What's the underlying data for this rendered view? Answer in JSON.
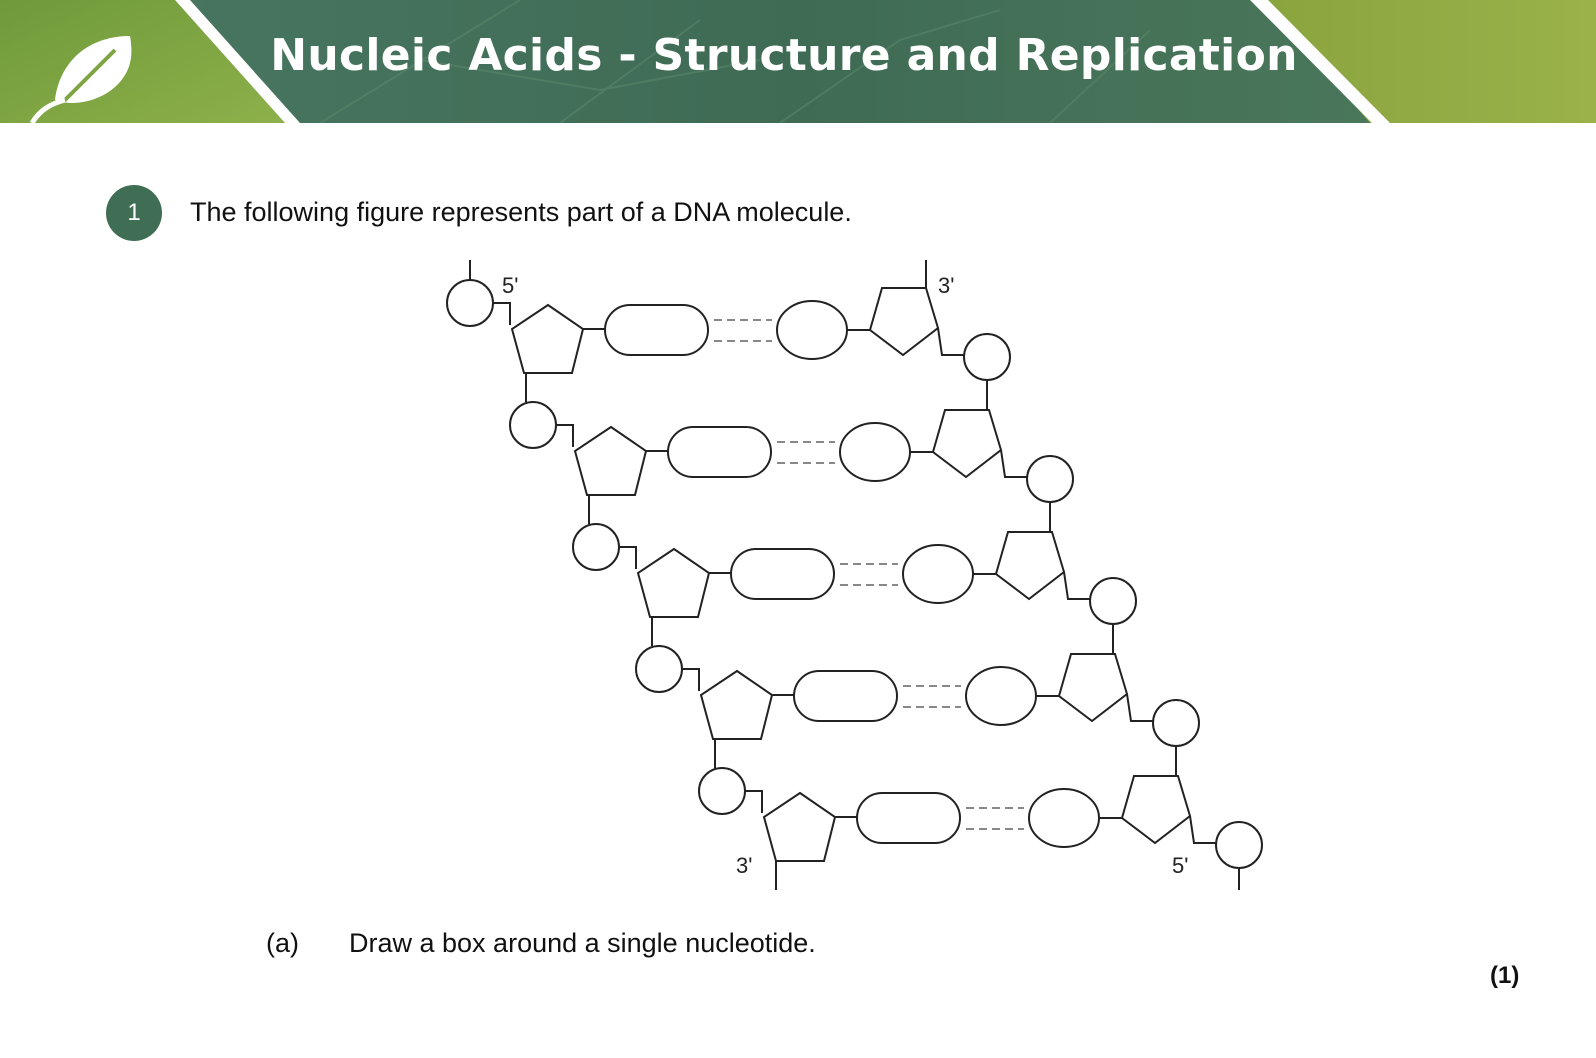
{
  "header": {
    "title": "Nucleic Acids - Structure and Replication",
    "logo_icon": "leaf-icon",
    "colors": {
      "band": "#4c7a5f",
      "light_green": "#7fa13a",
      "text": "#ffffff"
    }
  },
  "question": {
    "number": "1",
    "text": "The following figure represents part of a DNA molecule.",
    "badge_color": "#3f6e54"
  },
  "figure": {
    "labels": {
      "top_left": "5'",
      "top_right": "3'",
      "bottom_left": "3'",
      "bottom_right": "5'"
    },
    "nucleotide_pairs": 5,
    "shapes": [
      "phosphate-circle",
      "sugar-pentagon",
      "base-rounded-rectangle",
      "base-ellipse",
      "hydrogen-bond-dashes"
    ]
  },
  "part_a": {
    "label": "(a)",
    "text": "Draw a box around a single nucleotide.",
    "marks": "(1)"
  }
}
